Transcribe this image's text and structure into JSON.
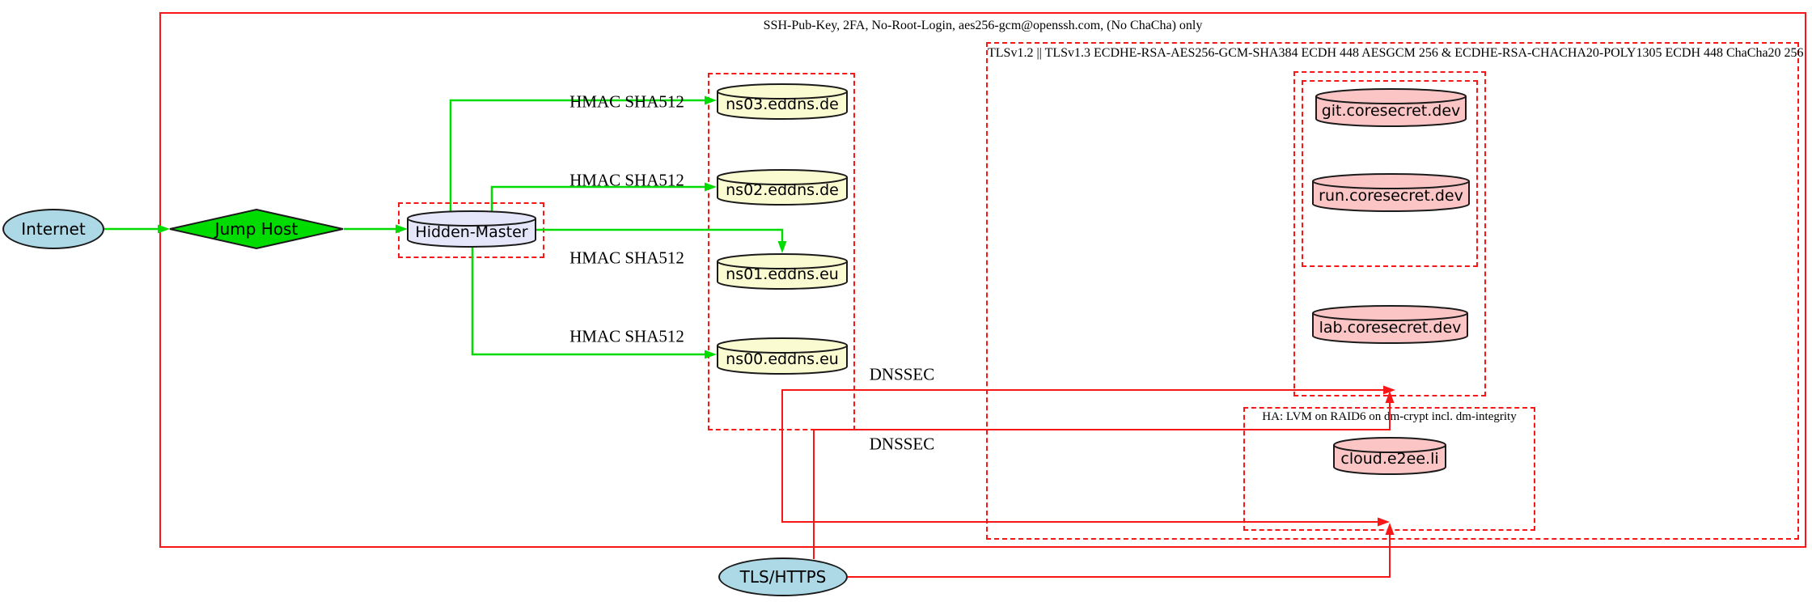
{
  "diagram": {
    "clusters": {
      "ssh": {
        "label": "SSH-Pub-Key, 2FA, No-Root-Login, aes256-gcm@openssh.com, (No ChaCha) only"
      },
      "tls": {
        "label": "TLSv1.2 || TLSv1.3 ECDHE-RSA-AES256-GCM-SHA384 ECDH 448 AESGCM 256 & ECDHE-RSA-CHACHA20-POLY1305 ECDH 448 ChaCha20 256"
      },
      "ha": {
        "label": "HA: LVM on RAID6 on dm-crypt incl. dm-integrity"
      }
    },
    "nodes": {
      "internet": "Internet",
      "jump_host": "Jump Host",
      "hidden_master": "Hidden-Master",
      "ns03": "ns03.eddns.de",
      "ns02": "ns02.eddns.de",
      "ns01": "ns01.eddns.eu",
      "ns00": "ns00.eddns.eu",
      "git": "git.coresecret.dev",
      "run": "run.coresecret.dev",
      "lab": "lab.coresecret.dev",
      "cloud": "cloud.e2ee.li",
      "tls_https": "TLS/HTTPS"
    },
    "edges": {
      "hmac1": "HMAC SHA512",
      "hmac2": "HMAC SHA512",
      "hmac3": "HMAC SHA512",
      "hmac4": "HMAC SHA512",
      "dnssec1": "DNSSEC",
      "dnssec2": "DNSSEC"
    }
  },
  "colors": {
    "red": "#f81616",
    "green": "#00dc00",
    "lightblue": "#add8e6",
    "lavender": "#e6e6fa",
    "lightyellow": "#fbfbd2",
    "pink": "#fbc5c5"
  }
}
